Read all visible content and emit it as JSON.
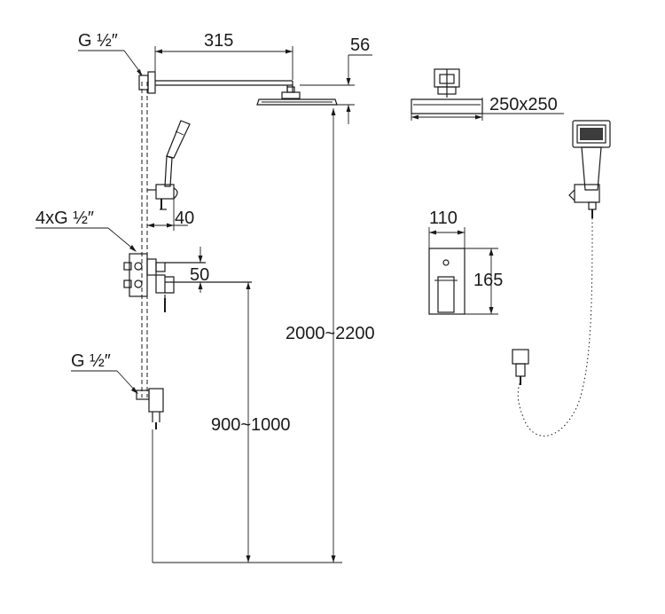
{
  "diagram": {
    "labels": {
      "g_half_top": "G ½″",
      "arm_length": "315",
      "head_offset": "56",
      "head_size": "250x250",
      "holder_offset": "40",
      "inlets": "4xG ½″",
      "valve_offset": "50",
      "g_half_bottom": "G ½″",
      "plate_width": "110",
      "plate_height": "165",
      "total_height": "2000~2200",
      "valve_height": "900~1000"
    }
  }
}
